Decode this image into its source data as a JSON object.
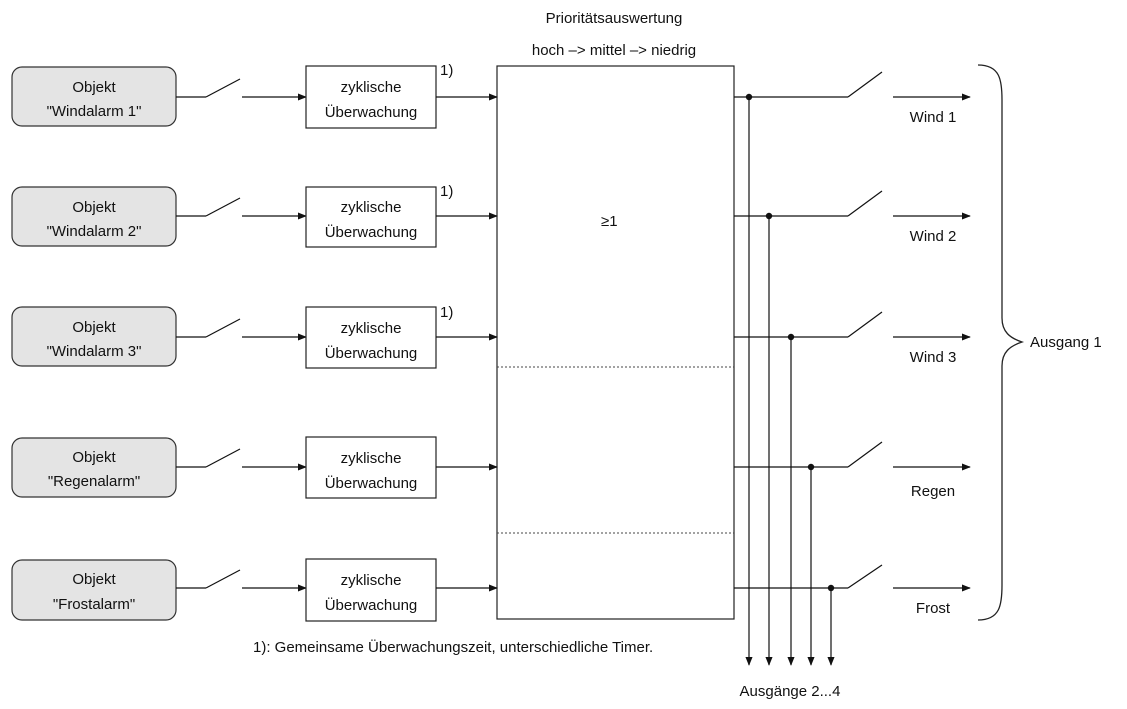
{
  "header": {
    "line1": "Prioritätsauswertung",
    "line2": "hoch –> mittel –> niedrig"
  },
  "or_symbol": "≥1",
  "rows": [
    {
      "object_line1": "Objekt",
      "object_line2": "\"Windalarm 1\"",
      "monitor_line1": "zyklische",
      "monitor_line2": "Überwachung",
      "note": "1)",
      "output": "Wind 1"
    },
    {
      "object_line1": "Objekt",
      "object_line2": "\"Windalarm 2\"",
      "monitor_line1": "zyklische",
      "monitor_line2": "Überwachung",
      "note": "1)",
      "output": "Wind 2"
    },
    {
      "object_line1": "Objekt",
      "object_line2": "\"Windalarm 3\"",
      "monitor_line1": "zyklische",
      "monitor_line2": "Überwachung",
      "note": "1)",
      "output": "Wind 3"
    },
    {
      "object_line1": "Objekt",
      "object_line2": "\"Regenalarm\"",
      "monitor_line1": "zyklische",
      "monitor_line2": "Überwachung",
      "note": "",
      "output": "Regen"
    },
    {
      "object_line1": "Objekt",
      "object_line2": "\"Frostalarm\"",
      "monitor_line1": "zyklische",
      "monitor_line2": "Überwachung",
      "note": "",
      "output": "Frost"
    }
  ],
  "output_group_label": "Ausgang 1",
  "bottom_outputs_label": "Ausgänge 2...4",
  "footnote": "1): Gemeinsame Überwachungszeit, unterschiedliche Timer."
}
